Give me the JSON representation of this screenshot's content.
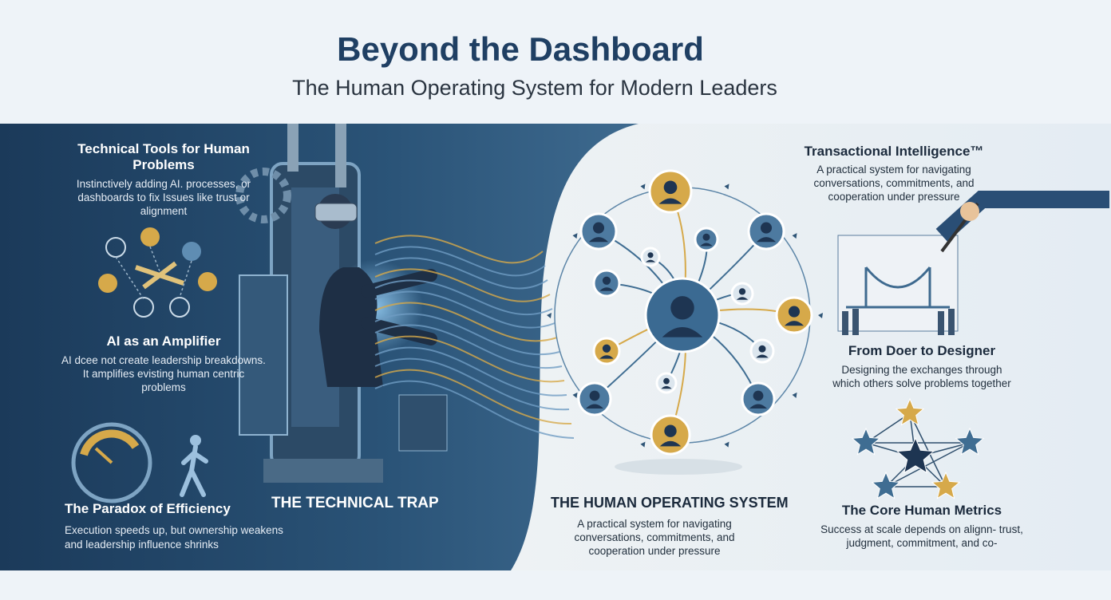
{
  "header": {
    "title": "Beyond the Dashboard",
    "subtitle": "The Human Operating System for Modern Leaders"
  },
  "left_panel": {
    "section_label": "THE TECHNICAL TRAP",
    "items": [
      {
        "heading": "Technical Tools for Human Problems",
        "text": "Instinctively adding AI. processes, or dashboards to fix Issues like trust or alignment",
        "icon": "broken-network-icon"
      },
      {
        "heading": "AI as an Amplifier",
        "text": "AI dcee not create leadership breakdowns. It amplifies evisting human centric problems",
        "icon": "amplifier-icon"
      },
      {
        "heading": "The Paradox of Efficiency",
        "text": "Execution speeds up, but ownership weakens and leadership influence shrinks",
        "icon": "speedometer-walking-person-icon"
      }
    ],
    "illustration": "person-in-vr-machine-chair"
  },
  "center": {
    "section_label": "THE HUMAN OPERATING SYSTEM",
    "text": "A practical system for navigating conversations, commitments, and cooperation under pressure",
    "illustration": "people-network"
  },
  "right_panel": {
    "items": [
      {
        "heading": "Transactional Intelligence™",
        "text": "A practical system for navigating conversations, commitments, and cooperation under pressure"
      },
      {
        "heading": "From Doer to Designer",
        "text": "Designing the exchanges through which others solve problems together",
        "icon": "bridge-blueprint-icon"
      },
      {
        "heading": "The Core Human Metrics",
        "text": "Success at scale depends on alignn- trust, judgment, commitment, and co-",
        "icon": "star-network-icon"
      }
    ]
  },
  "colors": {
    "navy": "#1f3f63",
    "dark_panel": "#1d3d5e",
    "gold": "#d6a94a",
    "node_blue": "#3f6d92",
    "light_bg": "#eef3f8"
  }
}
